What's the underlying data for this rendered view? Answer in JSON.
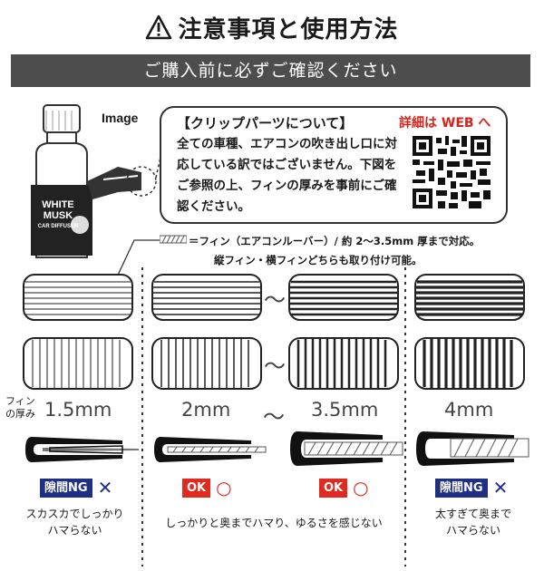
{
  "header": {
    "title": "注意事項と使用方法",
    "banner": "ご購入前に必ずご確認ください"
  },
  "product": {
    "image_label": "Image",
    "bottle_lines": [
      "WHITE",
      "MUSK",
      "CAR DIFFUSER"
    ]
  },
  "info": {
    "heading": "【クリップパーツについて】",
    "body": "全ての車種、エアコンの吹き出し口に対応している訳ではございません。下図をご参照の上、フィンの厚みを事前にご確認ください。",
    "web_label": "詳細は WEB へ"
  },
  "legend": {
    "line1": "＝フィン（エアコンルーバー）/ 約 2〜3.5mm 厚まで対応。",
    "line2": "縦フィン・横フィンどちらも取り付け可能。"
  },
  "fin_label": "フィン\nの厚み",
  "thicknesses": [
    "1.5mm",
    "2mm",
    "3.5mm",
    "4mm"
  ],
  "range_tilde": "〜",
  "results": [
    {
      "badge": "隙間NG",
      "mark": "✕",
      "caption": "スカスカでしっかり\nハマらない",
      "color": "#1f2f84"
    },
    {
      "badge": "OK",
      "mark": "○",
      "color": "#e02a1f"
    },
    {
      "badge": "OK",
      "mark": "○",
      "color": "#e02a1f"
    },
    {
      "badge": "隙間NG",
      "mark": "✕",
      "caption": "太すぎて奥まで\nハマらない",
      "color": "#1f2f84"
    }
  ],
  "ok_caption": "しっかりと奥までハマり、ゆるさを感じない"
}
